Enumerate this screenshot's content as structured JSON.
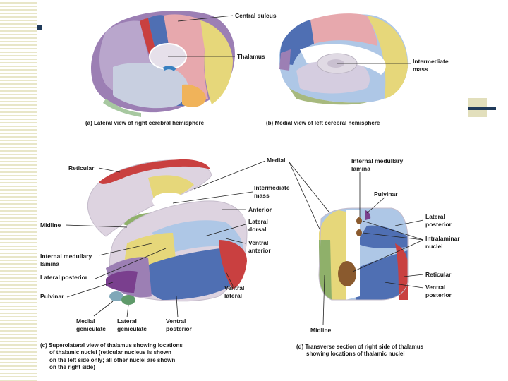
{
  "colors": {
    "stripe": "#e8e6c8",
    "accent_navy": "#1f3a5a",
    "accent_beige": "#e2dfbc",
    "purple": "#9c7fb4",
    "blue": "#4f6fb3",
    "red": "#c94040",
    "yellow": "#e6d77a",
    "light_blue": "#aec7e6",
    "gray_purple": "#ddd3e0",
    "green": "#8fb06a",
    "brown": "#8a5a2e"
  },
  "figure_a": {
    "central_sulcus": "Central sulcus",
    "thalamus": "Thalamus",
    "caption": "(a) Lateral view of right cerebral hemisphere"
  },
  "figure_b": {
    "intermediate_mass_1": "Intermediate",
    "intermediate_mass_2": "mass",
    "caption": "(b) Medial view of left cerebral hemisphere"
  },
  "figure_c": {
    "reticular": "Reticular",
    "midline": "Midline",
    "internal_medullary_1": "Internal medullary",
    "internal_medullary_2": "lamina",
    "lateral_posterior": "Lateral posterior",
    "pulvinar": "Pulvinar",
    "medial_geniculate_1": "Medial",
    "medial_geniculate_2": "geniculate",
    "lateral_geniculate_1": "Lateral",
    "lateral_geniculate_2": "geniculate",
    "ventral_posterior_1": "Ventral",
    "ventral_posterior_2": "posterior",
    "ventral_lateral_1": "Ventral",
    "ventral_lateral_2": "lateral",
    "ventral_anterior_1": "Ventral",
    "ventral_anterior_2": "anterior",
    "lateral_dorsal_1": "Lateral",
    "lateral_dorsal_2": "dorsal",
    "anterior": "Anterior",
    "intermediate_mass_1": "Intermediate",
    "intermediate_mass_2": "mass",
    "medial": "Medial",
    "caption_1": "(c) Superolateral view of thalamus showing locations",
    "caption_2": "of thalamic nuclei (reticular nucleus is shown",
    "caption_3": "on the left side only; all other nuclei are shown",
    "caption_4": "on the right side)"
  },
  "figure_d": {
    "internal_medullary_1": "Internal medullary",
    "internal_medullary_2": "lamina",
    "pulvinar": "Pulvinar",
    "lateral_posterior_1": "Lateral",
    "lateral_posterior_2": "posterior",
    "intralaminar_1": "Intralaminar",
    "intralaminar_2": "nuclei",
    "reticular": "Reticular",
    "ventral_posterior_1": "Ventral",
    "ventral_posterior_2": "posterior",
    "midline": "Midline",
    "caption_1": "(d) Transverse section of right side of thalamus",
    "caption_2": "showing locations of thalamic nuclei"
  }
}
